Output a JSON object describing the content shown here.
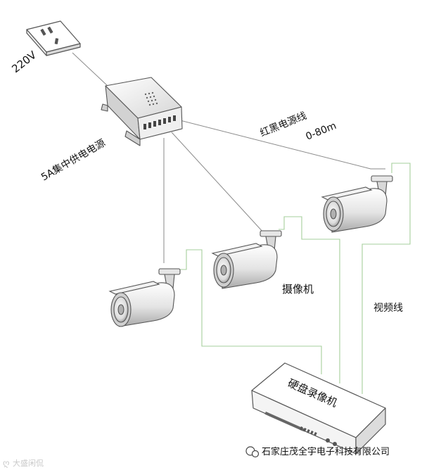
{
  "labels": {
    "voltage": "220V",
    "power_supply": "5A集中供电电源",
    "power_cable": "红黑电源线",
    "distance": "0-80m",
    "camera": "摄像机",
    "video_cable": "视频线",
    "dvr": "硬盘录像机"
  },
  "watermark": {
    "left": "大盛闲侃",
    "right": "石家庄茂全宇电子科技有限公司"
  },
  "colors": {
    "power_wire": "#8a8a8a",
    "video_wire": "#a6cf9c",
    "outline": "#555555"
  }
}
